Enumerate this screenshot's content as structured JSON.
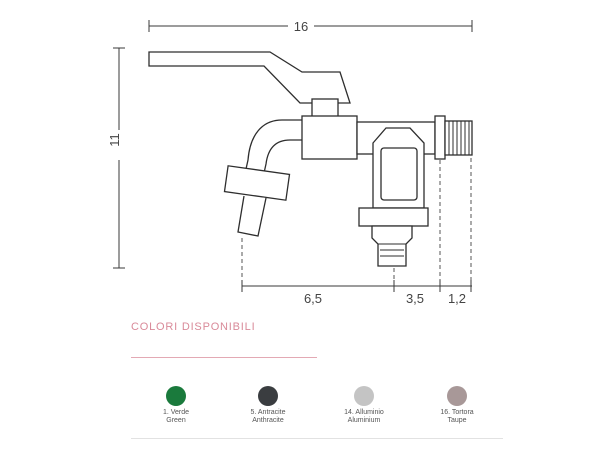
{
  "dimensions": {
    "width_label": "16",
    "height_label": "11",
    "spout_label": "6,5",
    "middle_label": "3,5",
    "thread_label": "1,2"
  },
  "colors_section": {
    "title": "COLORI DISPONIBILI",
    "accent_color": "#d98a99",
    "swatches": [
      {
        "line1": "1. Verde",
        "line2": "Green",
        "color": "#1a7a3c"
      },
      {
        "line1": "5. Antracite",
        "line2": "Anthracite",
        "color": "#3a3d40"
      },
      {
        "line1": "14. Alluminio",
        "line2": "Aluminium",
        "color": "#c4c4c4"
      },
      {
        "line1": "16. Tortora",
        "line2": "Taupe",
        "color": "#a89898"
      }
    ]
  }
}
